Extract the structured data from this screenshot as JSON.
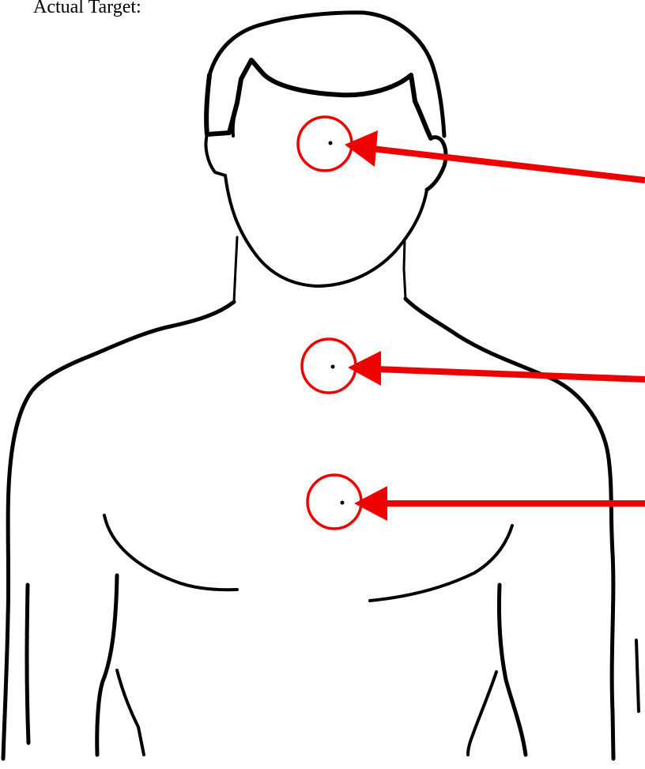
{
  "caption": "Actual Target:",
  "colors": {
    "outline": "#000000",
    "marker": "#ee0000",
    "background": "#ffffff"
  },
  "markers": [
    {
      "name": "head-target",
      "label": ""
    },
    {
      "name": "neck-target",
      "label": ""
    },
    {
      "name": "chest-target",
      "label": ""
    }
  ]
}
